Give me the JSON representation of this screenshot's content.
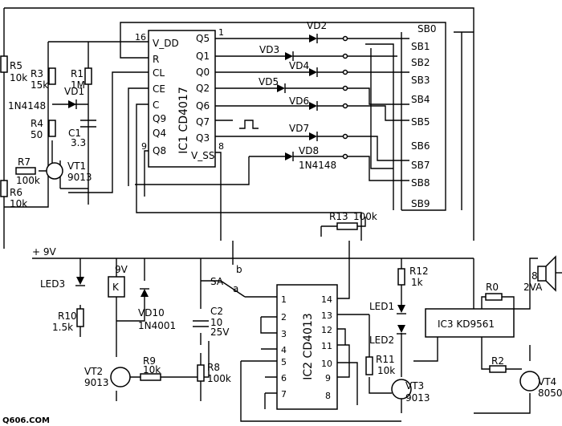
{
  "circuit": {
    "ic1": {
      "name": "IC1 CD4017",
      "pins_left": [
        "V_DD",
        "R",
        "CL",
        "CE",
        "C",
        "Q9",
        "Q4",
        "Q8"
      ],
      "pins_right": [
        "Q5",
        "Q1",
        "Q0",
        "Q2",
        "Q6",
        "Q7",
        "Q3",
        "V_SS"
      ],
      "pin_numbers": [
        "16",
        "1",
        "9",
        "8"
      ]
    },
    "ic2": {
      "name": "IC2 CD4013",
      "pins_left": [
        "1",
        "2",
        "3",
        "4",
        "5",
        "6",
        "7"
      ],
      "pins_right": [
        "14",
        "13",
        "12",
        "11",
        "10",
        "9",
        "8"
      ]
    },
    "ic3": {
      "name": "IC3 KD9561"
    },
    "switches": [
      "SB0",
      "SB1",
      "SB2",
      "SB3",
      "SB4",
      "SB5",
      "SB6",
      "SB7",
      "SB8",
      "SB9"
    ],
    "diodes": [
      "VD1",
      "VD2",
      "VD3",
      "VD4",
      "VD5",
      "VD6",
      "VD7",
      "VD8",
      "VD10"
    ],
    "diode_types": [
      "1N4148",
      "1N4148",
      "1N4001"
    ],
    "resistors": [
      {
        "ref": "R5",
        "value": "10k"
      },
      {
        "ref": "R3",
        "value": "15k"
      },
      {
        "ref": "R1",
        "value": "1M"
      },
      {
        "ref": "R4",
        "value": "50"
      },
      {
        "ref": "R7",
        "value": "100k"
      },
      {
        "ref": "R6",
        "value": "10k"
      },
      {
        "ref": "R13",
        "value": "100k"
      },
      {
        "ref": "R12",
        "value": "1k"
      },
      {
        "ref": "R10",
        "value": "1.5k"
      },
      {
        "ref": "R9",
        "value": "10k"
      },
      {
        "ref": "R8",
        "value": "100k"
      },
      {
        "ref": "R11",
        "value": "10k"
      },
      {
        "ref": "R0",
        "value": ""
      },
      {
        "ref": "R2",
        "value": ""
      }
    ],
    "capacitors": [
      {
        "ref": "C1",
        "value": "3.3"
      },
      {
        "ref": "C2",
        "value": "10",
        "voltage": "25V"
      }
    ],
    "transistors": [
      {
        "ref": "VT1",
        "type": "9013"
      },
      {
        "ref": "VT2",
        "type": "9013"
      },
      {
        "ref": "VT3",
        "type": "9013"
      },
      {
        "ref": "VT4",
        "type": "8050"
      }
    ],
    "leds": [
      "LED1",
      "LED2",
      "LED3"
    ],
    "relay": "K",
    "relay_voltage": "9V",
    "supply": "+ 9V",
    "speaker": {
      "impedance": "8",
      "power": "2VA"
    },
    "switch_sa": {
      "ref": "SA",
      "pos_a": "a",
      "pos_b": "b"
    }
  },
  "watermark": "Q606.COM"
}
